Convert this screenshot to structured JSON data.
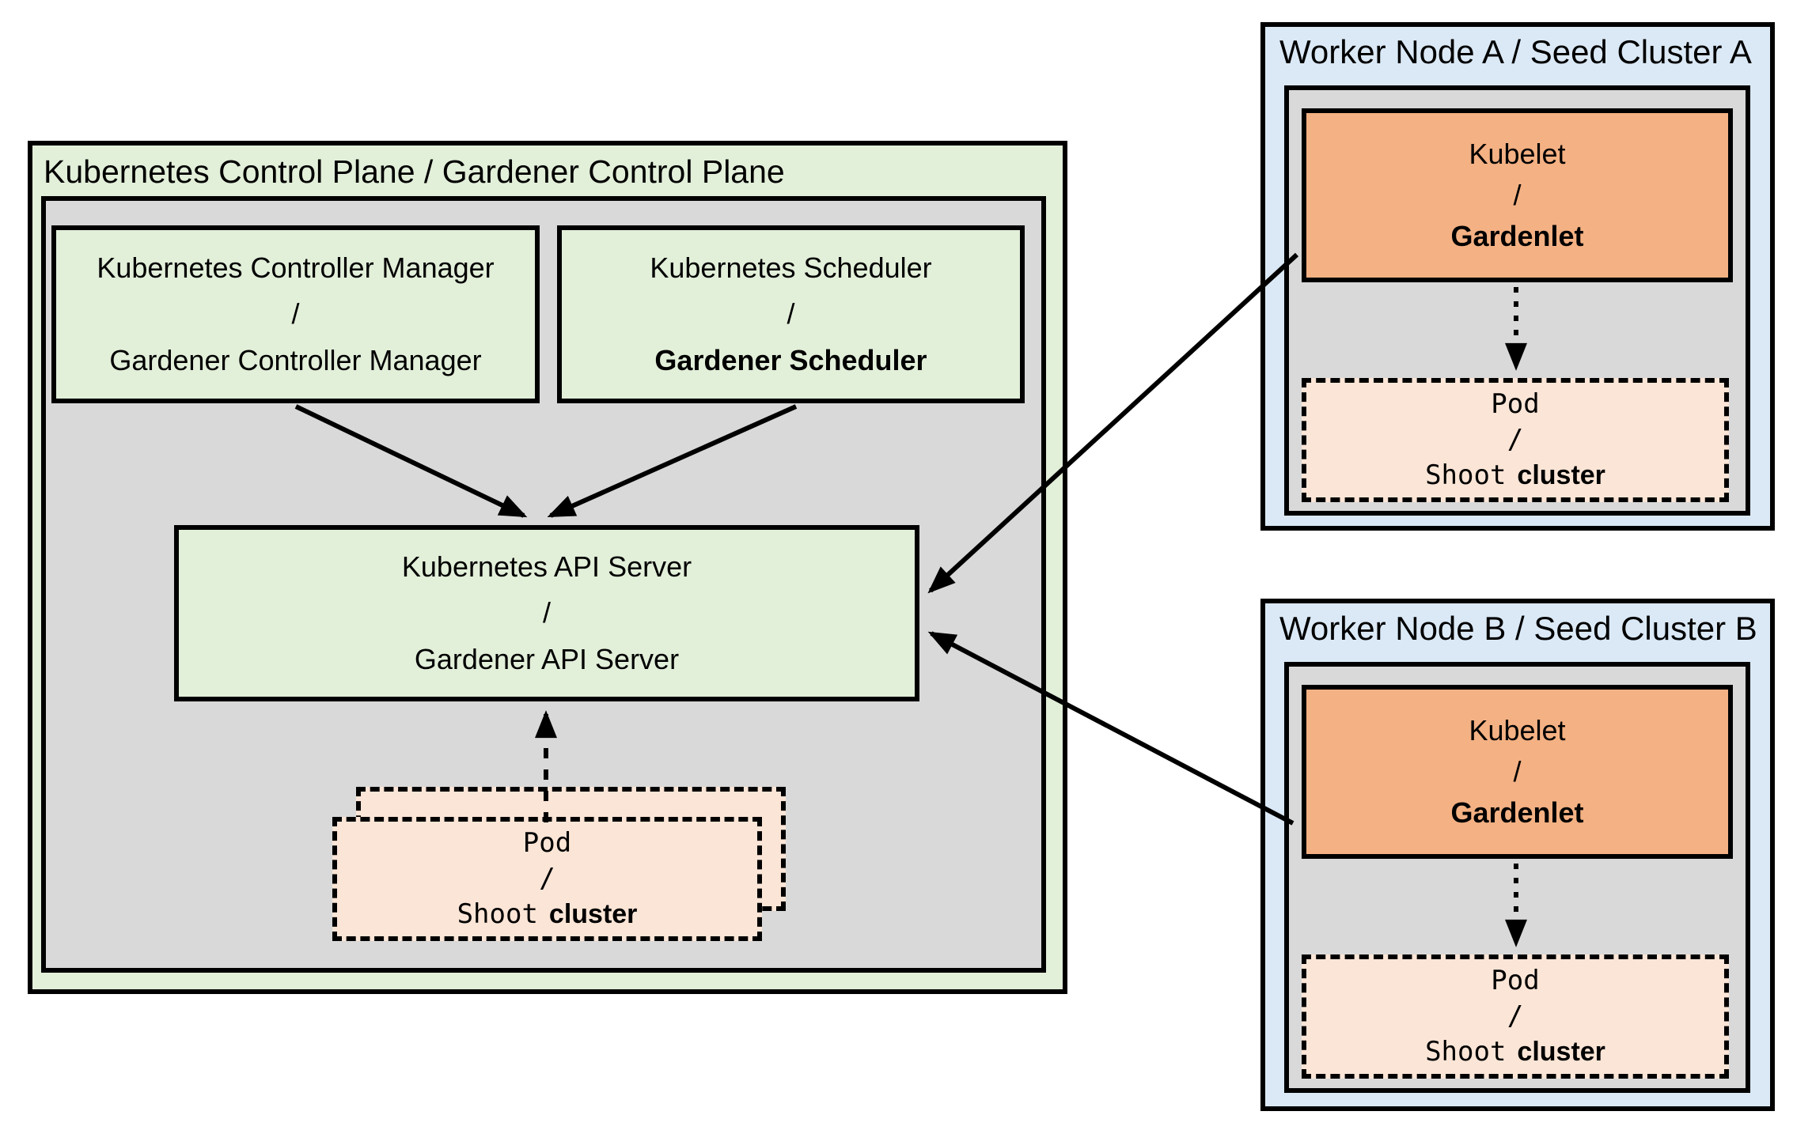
{
  "colors": {
    "control_plane_green": "#e2efd9",
    "inner_gray": "#d9d9d9",
    "worker_node_blue": "#dbe9f6",
    "kubelet_orange": "#f4b183",
    "pod_peach": "#fbe5d6",
    "border_black": "#000000"
  },
  "control_plane": {
    "title": "Kubernetes Control Plane / Gardener Control Plane",
    "controller_manager": {
      "line1": "Kubernetes Controller Manager",
      "separator": "/",
      "line2": "Gardener Controller Manager"
    },
    "scheduler": {
      "line1": "Kubernetes Scheduler",
      "separator": "/",
      "line2": "Gardener Scheduler"
    },
    "api_server": {
      "line1": "Kubernetes API Server",
      "separator": "/",
      "line2": "Gardener API Server"
    },
    "pod_stack": {
      "line1": "Pod",
      "separator": "/",
      "line2_code": "Shoot",
      "line2_plain": "cluster"
    }
  },
  "worker_node_a": {
    "title": "Worker Node A / Seed Cluster A",
    "kubelet": {
      "line1": "Kubelet",
      "separator": "/",
      "line2": "Gardenlet"
    },
    "pod": {
      "line1": "Pod",
      "separator": "/",
      "line2_code": "Shoot",
      "line2_plain": "cluster"
    }
  },
  "worker_node_b": {
    "title": "Worker Node B / Seed Cluster B",
    "kubelet": {
      "line1": "Kubelet",
      "separator": "/",
      "line2": "Gardenlet"
    },
    "pod": {
      "line1": "Pod",
      "separator": "/",
      "line2_code": "Shoot",
      "line2_plain": "cluster"
    }
  }
}
